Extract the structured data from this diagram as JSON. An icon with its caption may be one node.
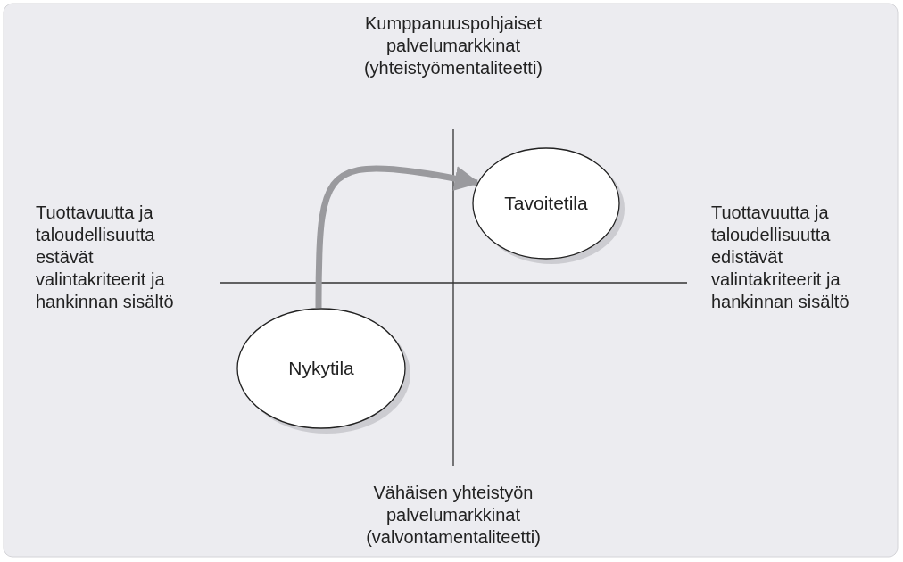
{
  "diagram": {
    "nodes": [
      {
        "text": [
          "Tavoitetila"
        ]
      },
      {
        "text": [
          "Nykytila"
        ]
      }
    ],
    "edges": [
      {
        "from": 1,
        "to": 0,
        "arrow": "to"
      }
    ],
    "labels": [
      "Kumppanuuspohjaiset palvelumarkkinat (yhteistyömentaliteetti)",
      "Tuottavuutta ja taloudellisuutta estävät valintakriteerit ja hankinnan sisältö",
      "Tuottavuutta ja taloudellisuutta edistävät valintakriteerit ja hankinnan sisältö",
      "Vähäisen yhteistyön palvelumarkkinat (valvontamentaliteetti)"
    ]
  }
}
